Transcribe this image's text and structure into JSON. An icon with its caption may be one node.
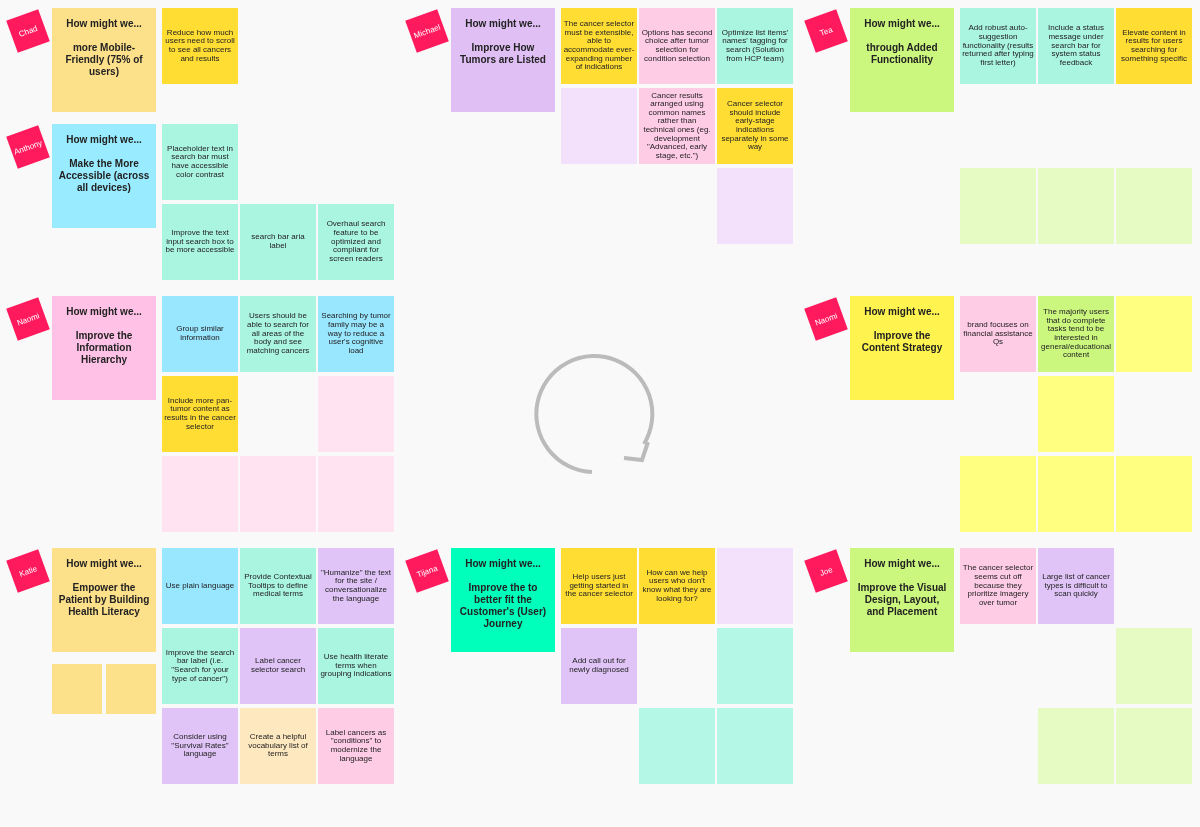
{
  "diagram": {
    "nodes": [
      {
        "text": [
          "Chad"
        ]
      },
      {
        "text": [
          "How might we...",
          "more Mobile-Friendly (75% of users)"
        ]
      },
      {
        "text": [
          "Reduce how much users need to scroll to see all cancers and results"
        ]
      },
      {
        "text": [
          "Michael"
        ]
      },
      {
        "text": [
          "How might we...",
          "Improve How Tumors are Listed"
        ]
      },
      {
        "text": [
          "The cancer selector must be extensible, able to accommodate ever-expanding number of indications"
        ]
      },
      {
        "text": [
          "Options has second choice after tumor selection for condition selection"
        ]
      },
      {
        "text": [
          "Optimize list items' names' tagging for search (Solution from HCP team)"
        ]
      },
      {
        "text": [],
        "shape": "box"
      },
      {
        "text": [
          "Cancer results arranged using common names rather than technical ones (eg. development \"Advanced, early stage, etc.\")"
        ]
      },
      {
        "text": [
          "Cancer selector should include early-stage indications separately in some way"
        ]
      },
      {
        "text": [],
        "shape": "box"
      },
      {
        "text": [
          "Tea"
        ]
      },
      {
        "text": [
          "How might we...",
          "through Added Functionality"
        ]
      },
      {
        "text": [
          "Add robust auto-suggestion functionality (results returned after typing first letter)"
        ]
      },
      {
        "text": [
          "Include a status message under search bar for system status feedback"
        ]
      },
      {
        "text": [
          "Elevate content in results for users searching for something specific"
        ]
      },
      {
        "text": [],
        "shape": "box"
      },
      {
        "text": [],
        "shape": "box"
      },
      {
        "text": [],
        "shape": "box"
      },
      {
        "text": [
          "Naomi"
        ]
      },
      {
        "text": [
          "How might we...",
          "Improve the Information Hierarchy"
        ]
      },
      {
        "text": [
          "Group similar information"
        ]
      },
      {
        "text": [
          "Users should be able to search for all areas of the body and see matching cancers"
        ]
      },
      {
        "text": [
          "Searching by tumor family may be a way to reduce a user's cognitive load"
        ]
      },
      {
        "text": [
          "Include more pan-tumor content as results in the cancer selector"
        ]
      },
      {
        "text": [],
        "shape": "box"
      },
      {
        "text": [],
        "shape": "box"
      },
      {
        "text": [],
        "shape": "box"
      },
      {
        "text": [],
        "shape": "box"
      },
      {
        "text": [
          "Anthony"
        ]
      },
      {
        "text": [
          "How might we...",
          "Make the More Accessible (across all devices)"
        ]
      },
      {
        "text": [
          "Placeholder text in search bar must have accessible color contrast"
        ]
      },
      {
        "text": [
          "Improve the text input search box to be more accessible"
        ]
      },
      {
        "text": [
          "search bar aria label"
        ]
      },
      {
        "text": [
          "Overhaul search feature to be optimized and compliant for screen readers"
        ]
      },
      {
        "text": [
          "Naomi"
        ]
      },
      {
        "text": [
          "How might we...",
          "Improve the Content Strategy"
        ]
      },
      {
        "text": [
          "brand focuses on financial assistance Qs"
        ]
      },
      {
        "text": [
          "The majority users that do complete tasks tend to be interested in general/educational content"
        ]
      },
      {
        "text": [],
        "shape": "box"
      },
      {
        "text": [],
        "shape": "box"
      },
      {
        "text": [],
        "shape": "box"
      },
      {
        "text": [],
        "shape": "box"
      },
      {
        "text": [],
        "shape": "box"
      },
      {
        "text": [
          "Katie"
        ]
      },
      {
        "text": [
          "How might we...",
          "Empower the Patient by Building Health Literacy"
        ]
      },
      {
        "text": [
          "Use plain language"
        ]
      },
      {
        "text": [
          "Provide Contextual Tooltips to define medical terms"
        ]
      },
      {
        "text": [
          "\"Humanize\" the text for the site / conversationalize the language"
        ]
      },
      {
        "text": [
          "Improve the search bar label (i.e. \"Search for your type of cancer\")"
        ]
      },
      {
        "text": [
          "Label cancer selector search"
        ]
      },
      {
        "text": [
          "Use health literate terms when grouping indications"
        ]
      },
      {
        "text": [
          "Consider using \"Survival Rates\" language"
        ]
      },
      {
        "text": [
          "Create a helpful vocabulary list of terms"
        ]
      },
      {
        "text": [
          "Label cancers as \"conditions\" to modernize the language"
        ]
      },
      {
        "text": [],
        "shape": "box"
      },
      {
        "text": [],
        "shape": "box"
      },
      {
        "text": [
          "Tijana"
        ]
      },
      {
        "text": [
          "How might we...",
          "Improve the to better fit the Customer's (User) Journey"
        ]
      },
      {
        "text": [
          "Help users just getting started in the cancer selector"
        ]
      },
      {
        "text": [
          "How can we help users who don't know what they are looking for?"
        ]
      },
      {
        "text": [],
        "shape": "box"
      },
      {
        "text": [
          "Add call out for newly diagnosed"
        ]
      },
      {
        "text": [],
        "shape": "box"
      },
      {
        "text": [],
        "shape": "box"
      },
      {
        "text": [],
        "shape": "box"
      },
      {
        "text": [
          "Joe"
        ]
      },
      {
        "text": [
          "How might we...",
          "Improve the Visual Design, Layout, and Placement"
        ]
      },
      {
        "text": [
          "The cancer selector seems cut off because they prioritize imagery over tumor"
        ]
      },
      {
        "text": [
          "Large list of cancer types is difficult to scan quickly"
        ]
      },
      {
        "text": [],
        "shape": "box"
      },
      {
        "text": [],
        "shape": "box"
      },
      {
        "text": [],
        "shape": "box"
      }
    ]
  }
}
